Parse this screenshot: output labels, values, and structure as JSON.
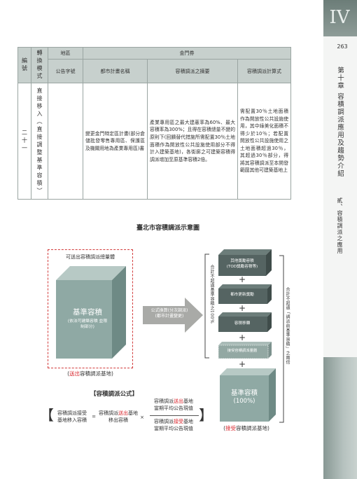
{
  "side": {
    "chapter_num": "IV",
    "page_number": "263",
    "chapter_title": "第十章 容積調派應用及趨勢介紹",
    "section_title": "貳、容積調派之應用"
  },
  "table": {
    "headers": {
      "serial": "編號",
      "method": "轉換模式",
      "zone_group": "地區",
      "plan_no": "公告字號",
      "fund_group": "金門券",
      "plan_name": "都市計畫名稱",
      "summary": "容積調派之摘要",
      "formula": "容積調派計算式"
    },
    "row": {
      "serial": "二十一",
      "method": "直接移入（直接調整基準容積）",
      "plan_no": "",
      "plan_name": "變更金門特定區計畫(部分倉儲批發零售專用區、保護區及機關用地為產業專用區)書",
      "summary": "產業專用區之最大建蔽率為60%、最大容積率為300%；且得在容積總量不變的原則下(回饋替代措施所需配置30％土地面積作為開放性公共設施使用部分不得計入建築基地)，各街廓之可建築容積得調派增加至原基準容積2倍。",
      "formula": "需配置30％土地面積作為開放性公共設施使用，其中綠美化面積不得少於10％；若配置開放性公共設施使用之土地面積超過30％，其超過30％部分，得將其容積調派至本開發範圍其他可建築基地上"
    }
  },
  "diagram": {
    "title": "臺北市容積調派示意圖",
    "source_box_title": "可送出容積調派總量體",
    "big_cube_main": "基準容積",
    "big_cube_sub": "(依法可建築容積 並限制部分)",
    "source_label_pre": "(",
    "source_label_red": "送出",
    "source_label_post": "容積調派基地)",
    "arrow_line1": "公式換算(分次調派)",
    "arrow_line2": "(都市計畫變更)",
    "stack": [
      {
        "line1": "其他獎勵容積",
        "line2": "(TOD獎勵容積等)"
      },
      {
        "line1": "都市更新獎勵",
        "line2": ""
      },
      {
        "line1": "容積移轉",
        "line2": ""
      },
      {
        "line1": "接受容積調派量體",
        "line2": ""
      }
    ],
    "base_cube_main": "基準容積",
    "base_cube_sub": "(100%)",
    "plus": "+",
    "left_bracket_text": "合計不超過基準容積之100%",
    "right_bracket_text": "合計不超過「調派前基準容積」之兩倍",
    "receive_label_pre": "(",
    "receive_label_red": "接受",
    "receive_label_post": "容積調派基地)"
  },
  "formula": {
    "title": "【容積調派公式】",
    "lhs_line1": "容積調派接受",
    "lhs_line2": "基地移入容積",
    "eq": "=",
    "mid_line1_a": "容積調派",
    "mid_line1_red": "送出",
    "mid_line1_b": "基地",
    "mid_line2": "移出容積",
    "times": "×",
    "num_line1_a": "容積調派",
    "num_line1_red": "送出",
    "num_line1_b": "基地",
    "num_line2": "當期平均公告現值",
    "den_line1_a": "容積調派",
    "den_line1_red": "接受",
    "den_line1_b": "基地",
    "den_line2": "當期平均公告現值",
    "open_bracket": "【",
    "close_bracket": "】"
  },
  "colors": {
    "cube_front": "#8fa9a4",
    "cube_top": "#b7c9c5",
    "cube_side": "#6e8a85",
    "stack_dark": "#556462",
    "accent_red": "#d8242b",
    "table_header": "#c7d0cd"
  }
}
